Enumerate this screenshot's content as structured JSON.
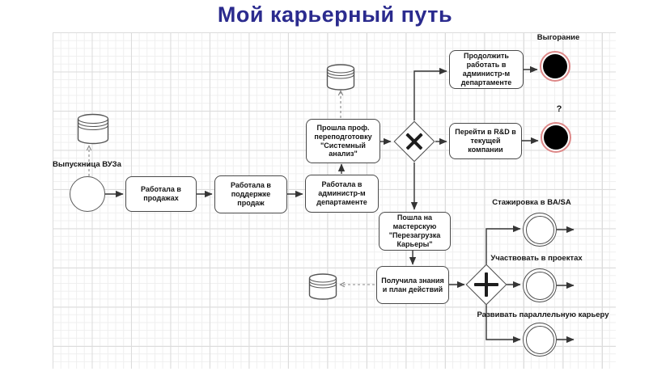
{
  "title": {
    "text": "Мой карьерный путь",
    "color": "#2b2b8e"
  },
  "start": {
    "label": "Выпускница ВУЗа"
  },
  "tasks": {
    "sales": {
      "label": "Работала в\nпродажах"
    },
    "sales_support": {
      "label": "Работала в\nподдержке\nпродаж"
    },
    "admin_dept": {
      "label": "Работала в\nадминистр-м\nдепартаменте"
    },
    "retraining": {
      "label": "Прошла проф.\nпереподготовку\n\"Системный\nанализ\""
    },
    "stay_admin": {
      "label": "Продолжить\nработать в\nадминистр-м\nдепартаменте"
    },
    "move_rnd": {
      "label": "Перейти в R&D в\nтекущей\nкомпании"
    },
    "workshop": {
      "label": "Пошла на\nмастерскую\n\"Перезагрузка\nКарьеры\""
    },
    "knowledge_plan": {
      "label": "Получила знания\nи план действий"
    }
  },
  "gateways": {
    "exclusive": {
      "type": "XOR"
    },
    "parallel": {
      "type": "AND"
    }
  },
  "end_events": [
    {
      "label": "Выгорание"
    },
    {
      "label": "?"
    }
  ],
  "intermediate_events": [
    {
      "label": "Стажировка в BA/SA"
    },
    {
      "label": "Участвовать в проектах"
    },
    {
      "label": "Развивать параллельную карьеру"
    }
  ],
  "colors": {
    "title": "#2b2b8e",
    "end_event_ring": "#dd8888",
    "end_event_fill": "#000000",
    "shape_border": "#4a4a4a",
    "grid_minor": "#efefef",
    "grid_major": "#dcdcdc"
  }
}
